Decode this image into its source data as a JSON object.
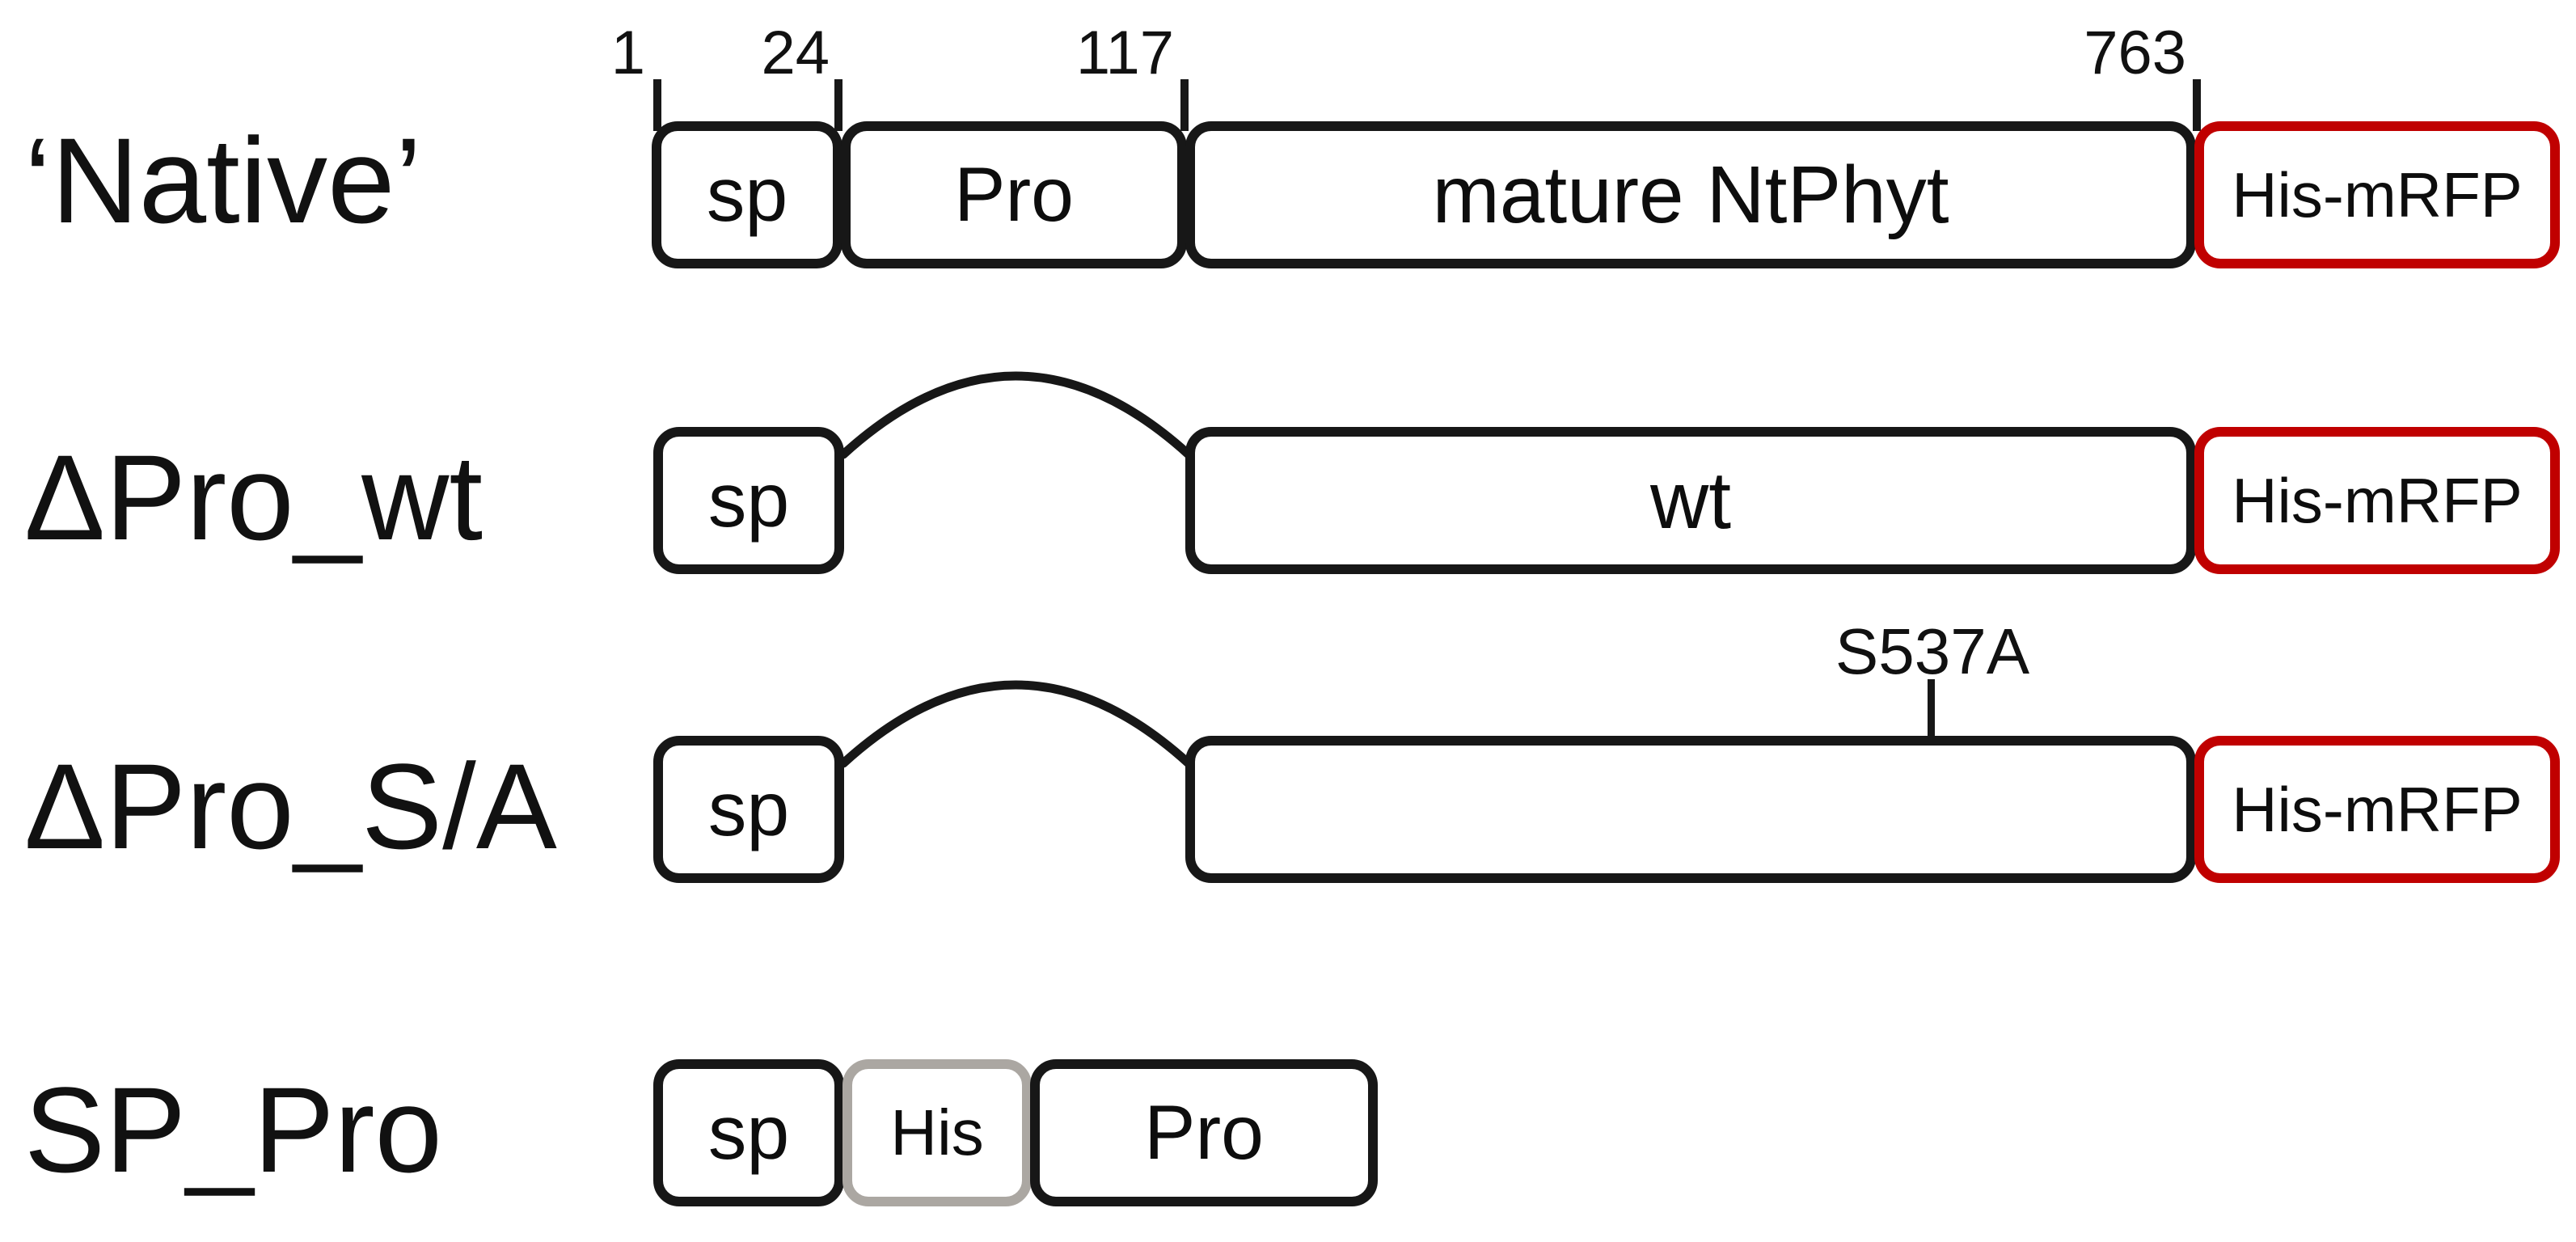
{
  "figure": {
    "background": "#ffffff",
    "colors": {
      "domain_border": "#171717",
      "rfp_tag_border": "#c00000",
      "his_tag_border": "#aba7a2",
      "text": "#111111"
    },
    "rows": [
      {
        "label": "‘Native’",
        "ticks": [
          {
            "value": "1"
          },
          {
            "value": "24"
          },
          {
            "value": "117"
          },
          {
            "value": "763"
          }
        ],
        "segments": [
          {
            "label": "sp"
          },
          {
            "label": "Pro"
          },
          {
            "label": "mature NtPhyt"
          },
          {
            "label": "His-mRFP"
          }
        ]
      },
      {
        "label": "ΔPro_wt",
        "segments": [
          {
            "label": "sp"
          },
          {
            "label": "wt"
          },
          {
            "label": "His-mRFP"
          }
        ]
      },
      {
        "label": "ΔPro_S/A",
        "annotation": "S537A",
        "segments": [
          {
            "label": "sp"
          },
          {
            "label": ""
          },
          {
            "label": "His-mRFP"
          }
        ]
      },
      {
        "label": "SP_Pro",
        "segments": [
          {
            "label": "sp"
          },
          {
            "label": "His"
          },
          {
            "label": "Pro"
          }
        ]
      }
    ]
  }
}
